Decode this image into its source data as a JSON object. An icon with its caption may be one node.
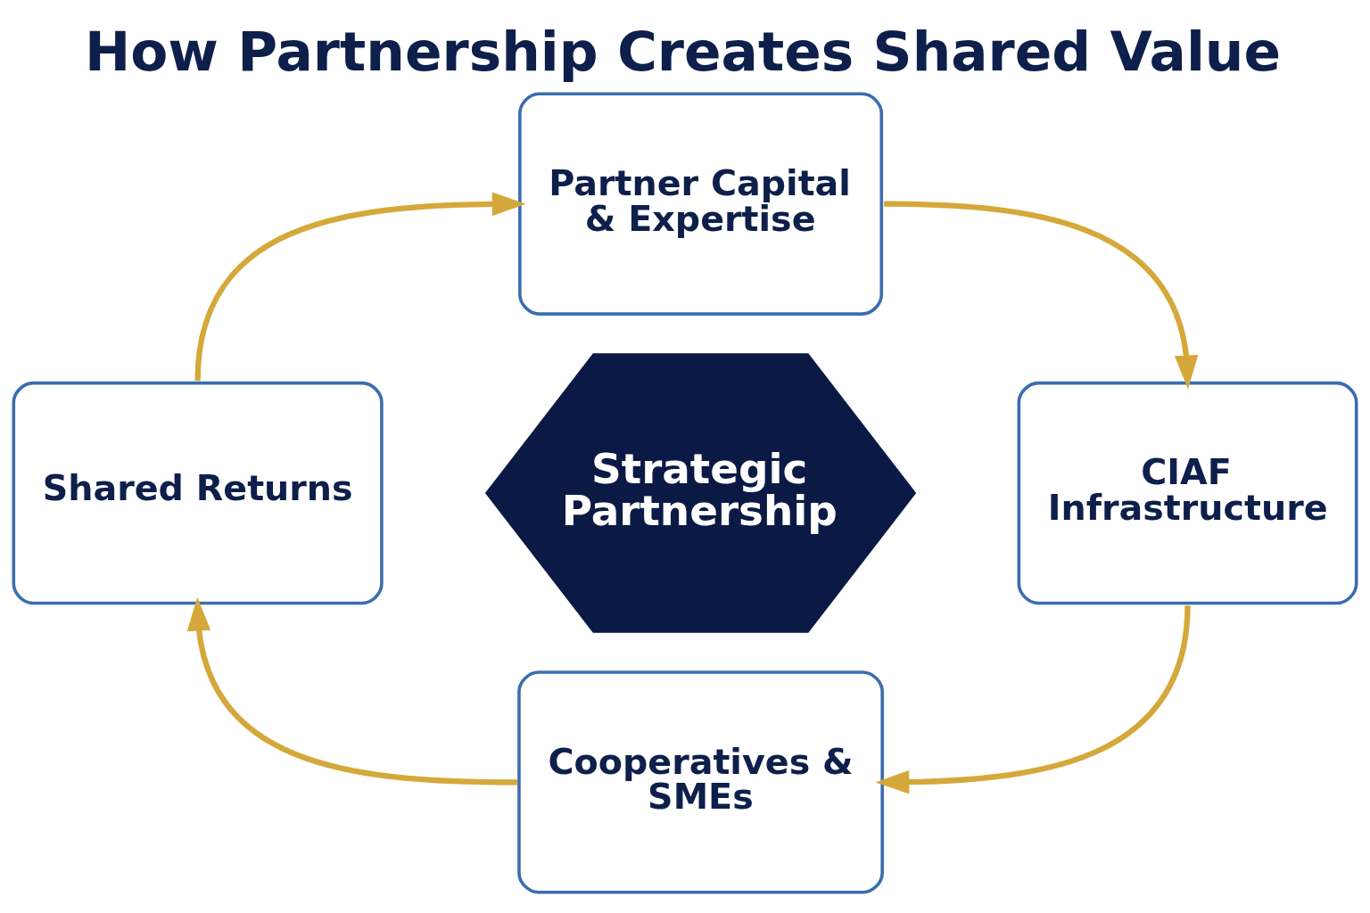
{
  "diagram": {
    "title": "How Partnership Creates Shared Value",
    "nodes": [
      {
        "text": [
          "Partner Capital & Expertise"
        ]
      },
      {
        "text": [
          "Shared Returns"
        ]
      },
      {
        "text": [
          "Strategic Partnership"
        ]
      },
      {
        "text": [
          "CIAF Infrastructure"
        ]
      },
      {
        "text": [
          "Cooperatives & SMEs"
        ]
      }
    ],
    "edges": [
      {
        "from": 0,
        "to": 3,
        "arrow": "to"
      },
      {
        "from": 3,
        "to": 4,
        "arrow": "to"
      },
      {
        "from": 4,
        "to": 1,
        "arrow": "to"
      },
      {
        "from": 1,
        "to": 0,
        "arrow": "to"
      }
    ]
  }
}
